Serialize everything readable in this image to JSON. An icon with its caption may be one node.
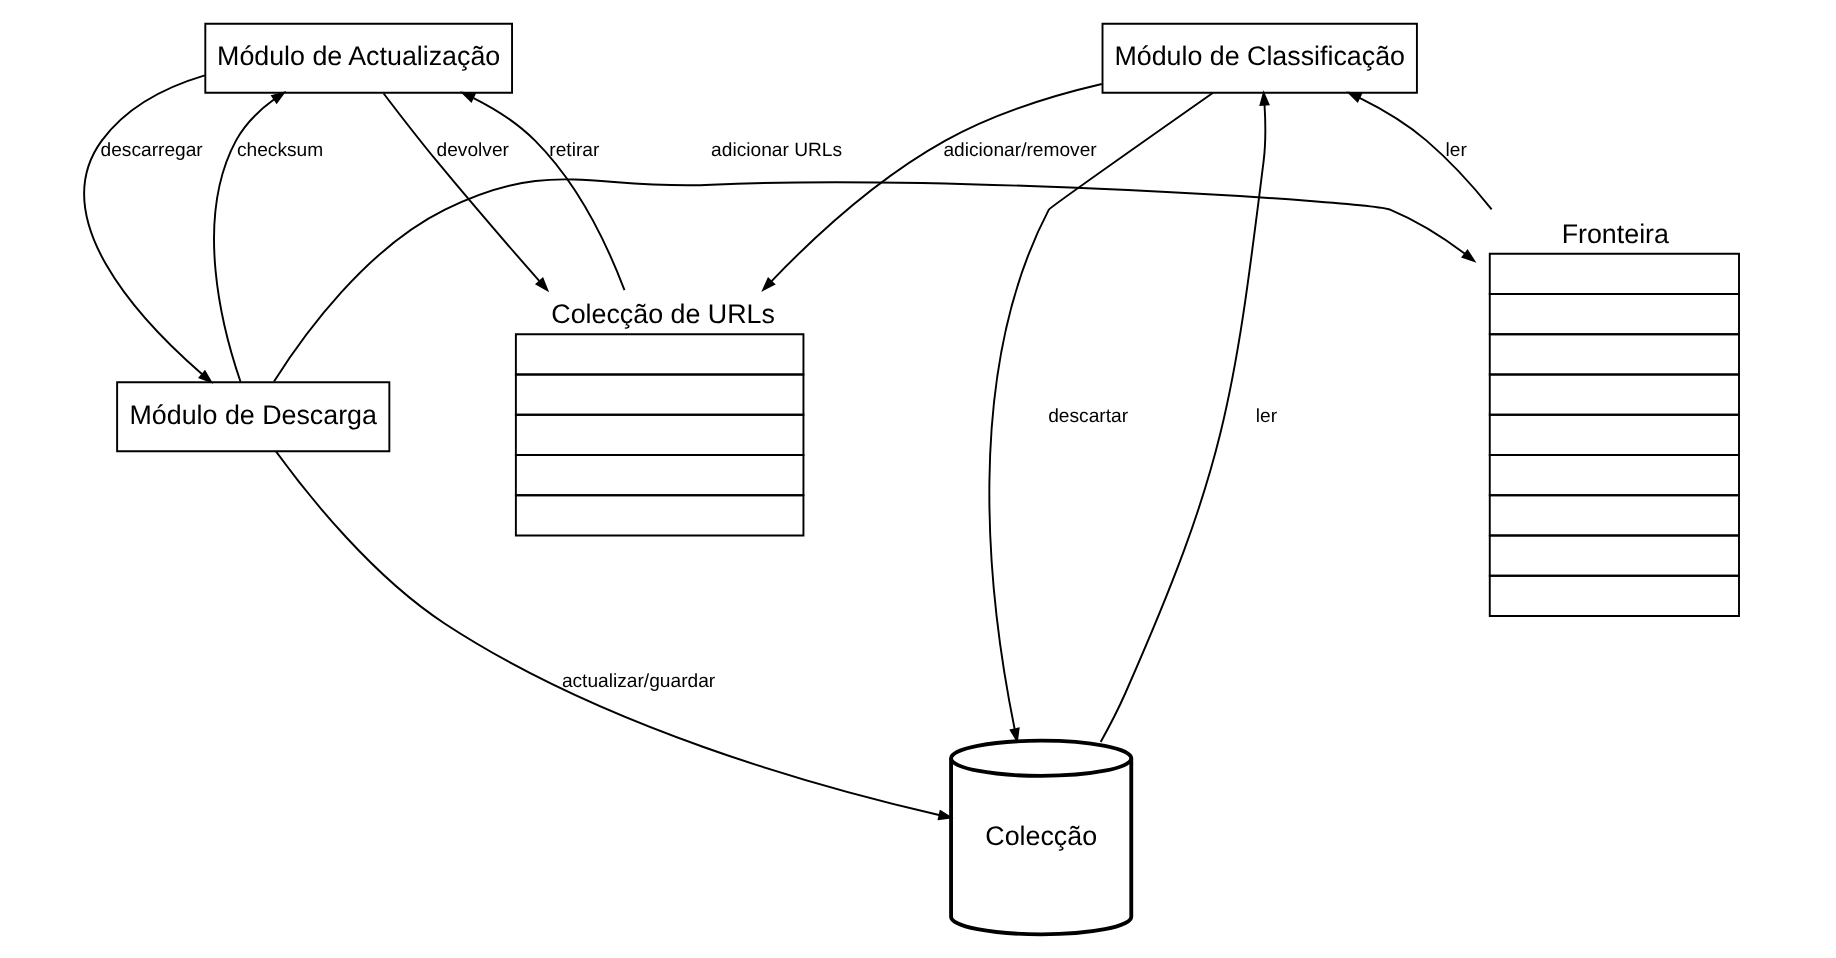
{
  "diagram": {
    "nodes": [
      {
        "text": [
          "Módulo de Classificação"
        ]
      },
      {
        "text": [
          "Módulo de Actualização"
        ]
      },
      {
        "text": [
          "Fronteira"
        ]
      },
      {
        "text": [
          "Colecção de URLs"
        ]
      },
      {
        "text": [
          "Módulo de Descarga"
        ]
      },
      {
        "text": [
          "Colecção"
        ]
      }
    ],
    "edges": [
      {
        "from": 2,
        "to": 0,
        "arrow": "to",
        "label": "ler"
      },
      {
        "from": 0,
        "to": 3,
        "arrow": "to",
        "label": "adicionar/remover"
      },
      {
        "from": 3,
        "to": 1,
        "arrow": "to",
        "label": "retirar"
      },
      {
        "from": 1,
        "to": 3,
        "arrow": "to",
        "label": "devolver"
      },
      {
        "from": 5,
        "to": 0,
        "arrow": "to",
        "label": "ler"
      },
      {
        "from": 0,
        "to": 5,
        "arrow": "to",
        "label": "descartar"
      },
      {
        "from": 4,
        "to": 1,
        "arrow": "to",
        "label": "checksum"
      },
      {
        "from": 1,
        "to": 4,
        "arrow": "to",
        "label": "descarregar"
      },
      {
        "from": 4,
        "to": 2,
        "arrow": "to",
        "label": "adicionar URLs"
      },
      {
        "from": 4,
        "to": 5,
        "arrow": "to",
        "label": "actualizar/guardar"
      }
    ]
  }
}
